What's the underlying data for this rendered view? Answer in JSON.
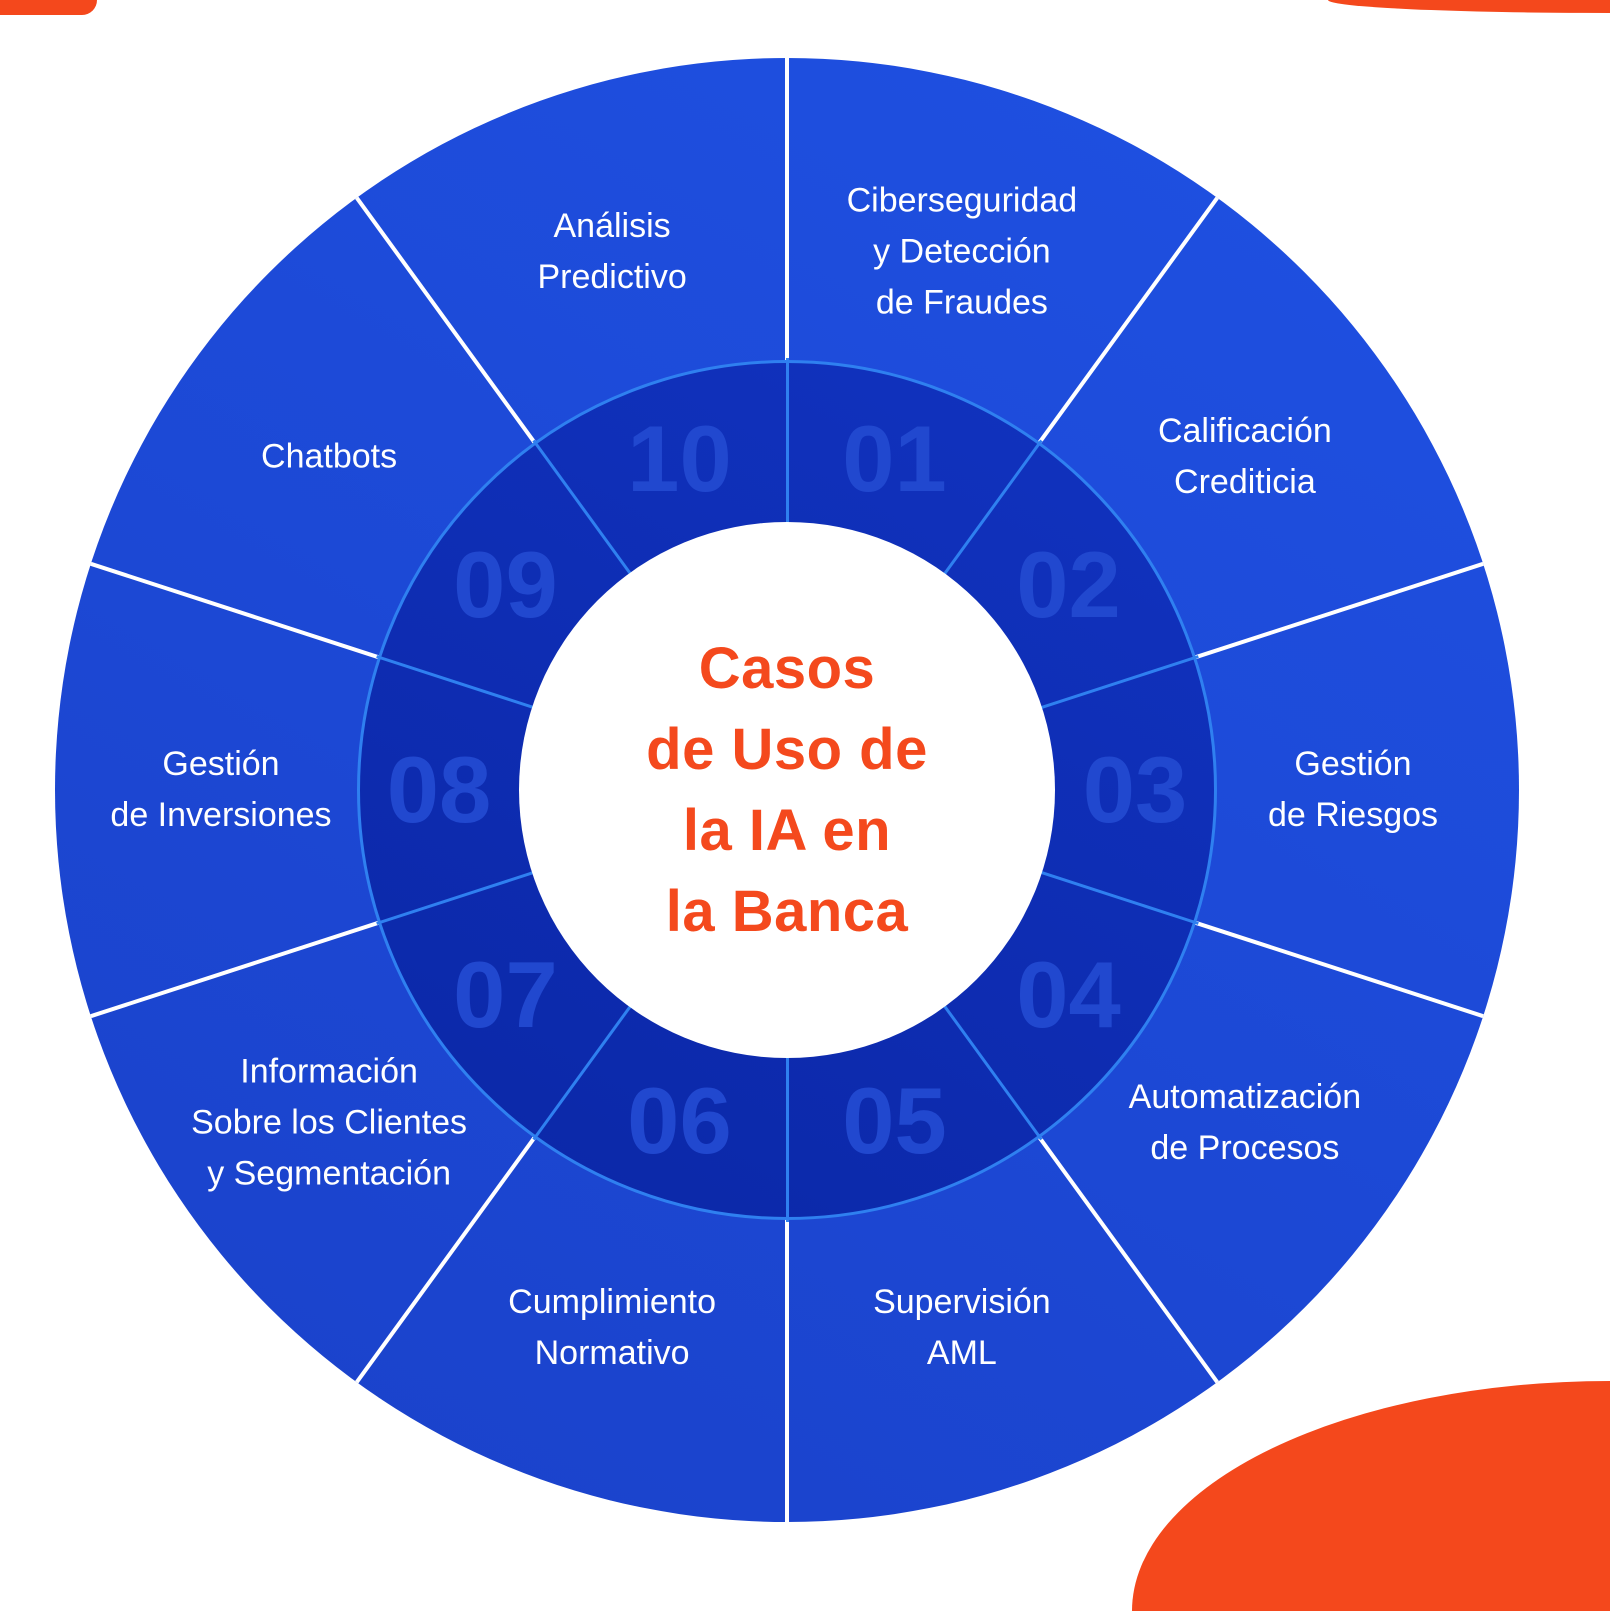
{
  "title": {
    "lines": [
      "Casos",
      "de Uso de",
      "la IA en",
      "la Banca"
    ],
    "color": "#f4491d"
  },
  "wheel": {
    "segments": [
      {
        "number": "01",
        "label_lines": [
          "Ciberseguridad",
          "y Detección",
          "de Fraudes"
        ]
      },
      {
        "number": "02",
        "label_lines": [
          "Calificación",
          "Crediticia"
        ]
      },
      {
        "number": "03",
        "label_lines": [
          "Gestión",
          "de Riesgos"
        ]
      },
      {
        "number": "04",
        "label_lines": [
          "Automatización",
          "de Procesos"
        ]
      },
      {
        "number": "05",
        "label_lines": [
          "Supervisión",
          "AML"
        ]
      },
      {
        "number": "06",
        "label_lines": [
          "Cumplimiento",
          "Normativo"
        ]
      },
      {
        "number": "07",
        "label_lines": [
          "Información",
          "Sobre los Clientes",
          "y Segmentación"
        ]
      },
      {
        "number": "08",
        "label_lines": [
          "Gestión",
          "de Inversiones"
        ]
      },
      {
        "number": "09",
        "label_lines": [
          "Chatbots"
        ]
      },
      {
        "number": "10",
        "label_lines": [
          "Análisis",
          "Predictivo"
        ]
      }
    ],
    "colors": {
      "outer_ring": "#1a41c9",
      "outer_ring_light": "#1f51e3",
      "inner_ring": "#0b27a6",
      "inner_ring_light": "#1133c0",
      "divider_white": "#ffffff",
      "divider_light_blue": "#2f80f0",
      "number_text": "#2148cf",
      "label_text": "#ffffff",
      "center_bg": "#ffffff",
      "title_text": "#f4491d",
      "accent_orange": "#f4481c",
      "background": "#ffffff"
    }
  }
}
